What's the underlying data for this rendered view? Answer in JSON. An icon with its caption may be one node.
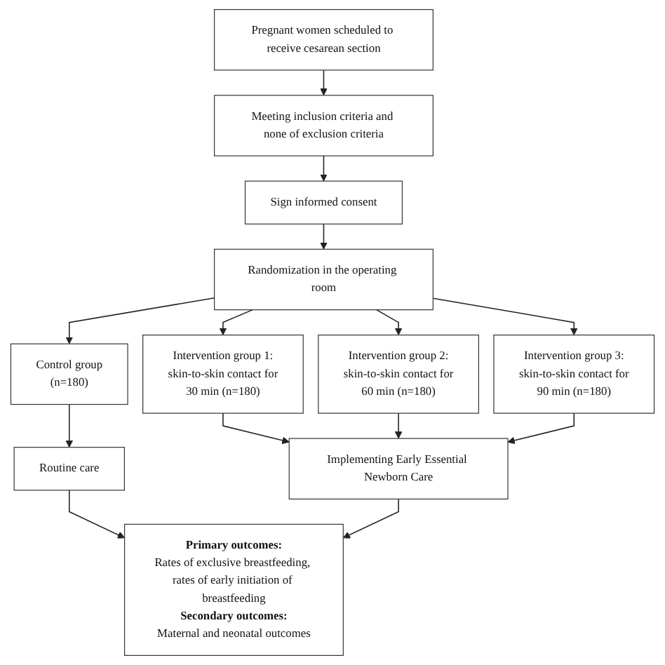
{
  "diagram": {
    "nodes": [
      {
        "text": [
          "Pregnant women scheduled to receive cesarean section"
        ]
      },
      {
        "text": [
          "Meeting inclusion criteria and none of exclusion criteria"
        ]
      },
      {
        "text": [
          "Sign informed consent"
        ]
      },
      {
        "text": [
          "Randomization in the operating room"
        ]
      },
      {
        "text": [
          "Control group (n=180)"
        ]
      },
      {
        "text": [
          "Intervention group 1: skin-to-skin contact for 30 min (n=180)"
        ]
      },
      {
        "text": [
          "Intervention group 2: skin-to-skin contact for 60 min (n=180)"
        ]
      },
      {
        "text": [
          "Intervention group 3: skin-to-skin contact for 90 min (n=180)"
        ]
      },
      {
        "text": [
          "Routine care"
        ]
      },
      {
        "text": [
          "Implementing Early Essential Newborn Care"
        ]
      },
      {
        "text": [
          "Primary outcomes:",
          "Rates of exclusive breastfeeding, rates of early initiation of breastfeeding",
          "Secondary outcomes:",
          "Maternal and neonatal outcomes"
        ]
      }
    ],
    "edges": [
      {
        "from": 0,
        "to": 1,
        "arrow": "to"
      },
      {
        "from": 1,
        "to": 2,
        "arrow": "to"
      },
      {
        "from": 2,
        "to": 3,
        "arrow": "to"
      },
      {
        "from": 3,
        "to": 4,
        "arrow": "to"
      },
      {
        "from": 3,
        "to": 5,
        "arrow": "to"
      },
      {
        "from": 3,
        "to": 6,
        "arrow": "to"
      },
      {
        "from": 3,
        "to": 7,
        "arrow": "to"
      },
      {
        "from": 4,
        "to": 8,
        "arrow": "to"
      },
      {
        "from": 5,
        "to": 9,
        "arrow": "to"
      },
      {
        "from": 6,
        "to": 9,
        "arrow": "to"
      },
      {
        "from": 7,
        "to": 9,
        "arrow": "to"
      },
      {
        "from": 8,
        "to": 10,
        "arrow": "to"
      },
      {
        "from": 9,
        "to": 10,
        "arrow": "to"
      }
    ]
  }
}
